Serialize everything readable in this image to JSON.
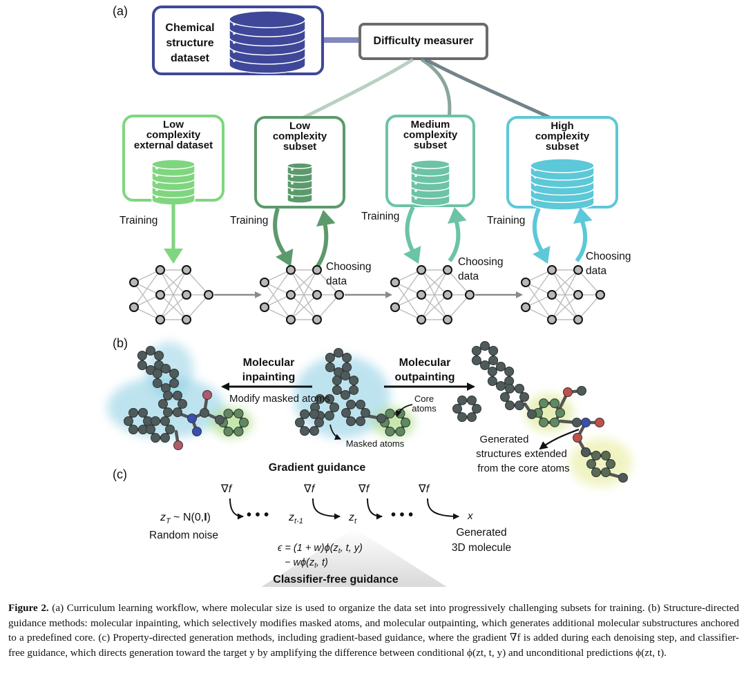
{
  "panels": {
    "a": "(a)",
    "b": "(b)",
    "c": "(c)"
  },
  "panel_a": {
    "dataset": [
      "Chemical",
      "structure",
      "dataset"
    ],
    "measurer": "Difficulty measurer",
    "subsets": [
      {
        "lines": [
          "Low",
          "complexity",
          "external dataset"
        ],
        "color": "#7fd67f"
      },
      {
        "lines": [
          "Low",
          "complexity",
          "subset"
        ],
        "color": "#5b9a6c"
      },
      {
        "lines": [
          "Medium",
          "complexity",
          "subset"
        ],
        "color": "#6cc3a6"
      },
      {
        "lines": [
          "High",
          "complexity",
          "subset"
        ],
        "color": "#5cc8d8"
      }
    ],
    "training": "Training",
    "choosing": [
      "Choosing",
      "data"
    ],
    "dataset_color": "#3f4799"
  },
  "panel_b": {
    "inpainting": [
      "Molecular",
      "inpainting"
    ],
    "inpainting_sub": "Modify masked atoms",
    "outpainting": [
      "Molecular",
      "outpainting"
    ],
    "core_atoms": [
      "Core",
      "atoms"
    ],
    "masked_atoms": "Masked atoms",
    "generated": [
      "Generated",
      "structures extended",
      "from the core atoms"
    ]
  },
  "panel_c": {
    "title": "Gradient guidance",
    "grad": "∇f",
    "zT_sub": "T",
    "zT_rest": " ~ N(0,",
    "zT_bold": "I",
    "zT_close": ")",
    "noise": "Random noise",
    "zt1_sub": "t-1",
    "zt_sub": "t",
    "x": "x",
    "generated": [
      "Generated",
      "3D molecule"
    ],
    "eq1": "ϵ = (1 + w)ϕ(z",
    "eq1b": ", t, y)",
    "eq2": "− wϕ(z",
    "eq2b": ", t)",
    "cfg": "Classifier-free guidance"
  },
  "caption": {
    "label": "Figure 2.",
    "text": " (a) Curriculum learning workflow, where molecular size is used to organize the data set into progressively challenging subsets for training. (b) Structure-directed guidance methods: molecular inpainting, which selectively modifies masked atoms, and molecular outpainting, which generates additional molecular substructures anchored to a predefined core. (c) Property-directed generation methods, including gradient-based guidance, where the gradient ∇f is added during each denoising step, and classifier-free guidance, which directs generation toward the target y by amplifying the difference between conditional ϕ(zt, t, y) and unconditional predictions ϕ(zt, t)."
  }
}
